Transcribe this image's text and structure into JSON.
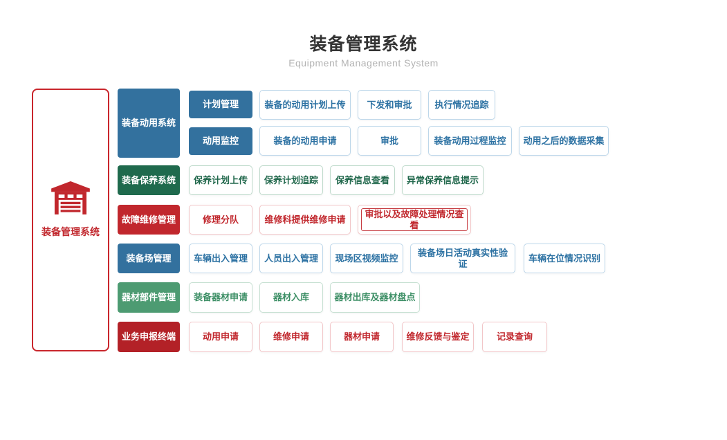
{
  "header": {
    "title": "装备管理系统",
    "subtitle": "Equipment Management System"
  },
  "root": {
    "label": "装备管理系统",
    "icon": "warehouse-icon"
  },
  "palette": {
    "blue": "#33719e",
    "dark_green": "#1f6a4d",
    "green": "#4d9b72",
    "red": "#c1272d",
    "dark_red": "#b32127",
    "root_border_red": "#c9262c",
    "leaf_blue_text": "#2d72a3",
    "leaf_green_text": "#3d8f66",
    "leaf_red_text": "#c1272d"
  },
  "groups": [
    {
      "label": "装备动用系统",
      "color": "#33719e",
      "subgroups": [
        {
          "label": "计划管理",
          "leaves": [
            "装备的动用计划上传",
            "下发和审批",
            "执行情况追踪"
          ]
        },
        {
          "label": "动用监控",
          "leaves": [
            "装备的动用申请",
            "审批",
            "装备动用过程监控",
            "动用之后的数据采集"
          ]
        }
      ]
    },
    {
      "label": "装备保养系统",
      "color": "#1f6a4d",
      "leaves": [
        "保养计划上传",
        "保养计划追踪",
        "保养信息查看",
        "异常保养信息提示"
      ]
    },
    {
      "label": "故障维修管理",
      "color": "#c1272d",
      "leaves": [
        "修理分队",
        "维修科提供维修申请",
        "审批以及故障处理情况查看"
      ]
    },
    {
      "label": "装备场管理",
      "color": "#33719e",
      "leaves": [
        "车辆出入管理",
        "人员出入管理",
        "现场区视频监控",
        "装备场日活动真实性验证",
        "车辆在位情况识别"
      ]
    },
    {
      "label": "器材部件管理",
      "color": "#4d9b72",
      "leaves": [
        "装备器材申请",
        "器材入库",
        "器材出库及器材盘点"
      ]
    },
    {
      "label": "业务申报终端",
      "color": "#b32127",
      "leaves": [
        "动用申请",
        "维修申请",
        "器材申请",
        "维修反馈与鉴定",
        "记录查询"
      ]
    }
  ]
}
